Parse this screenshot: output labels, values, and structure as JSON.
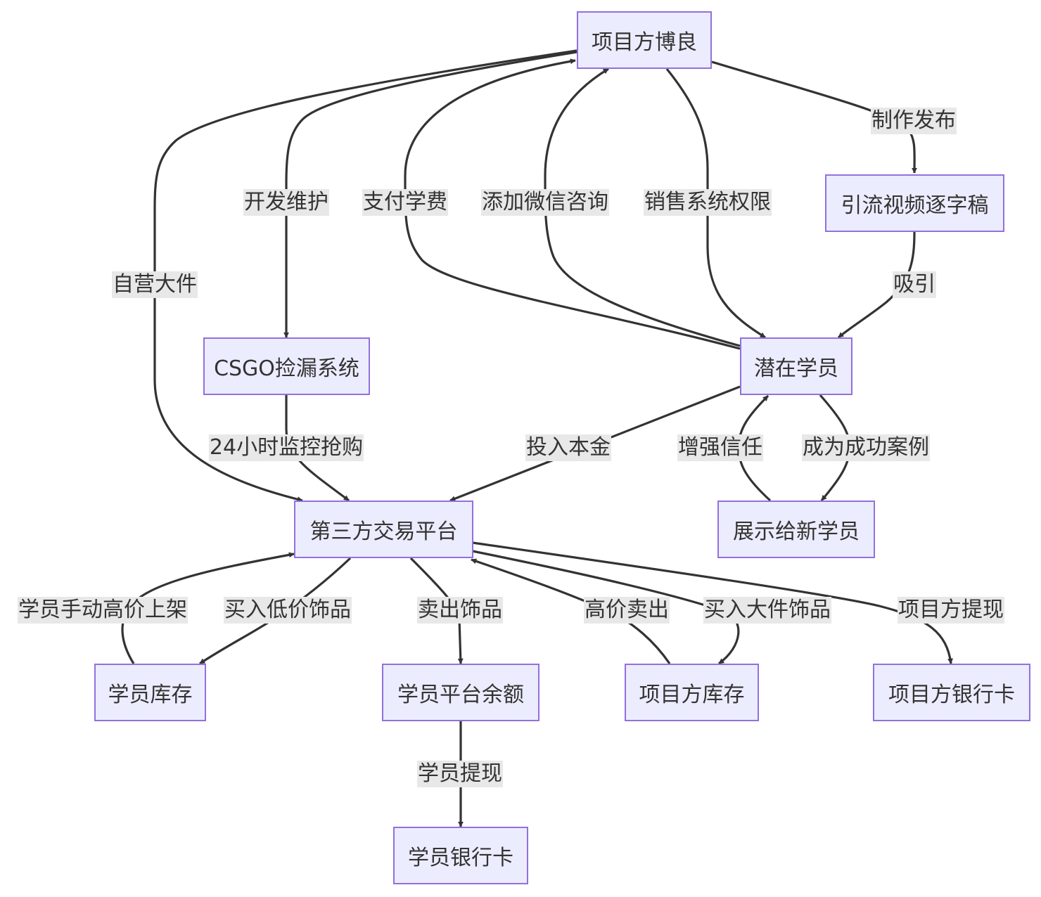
{
  "diagram": {
    "type": "flowchart",
    "nodes": {
      "boliang": "项目方博良",
      "yinliu": "引流视频逐字稿",
      "csgo": "CSGO捡漏系统",
      "qianzai": "潜在学员",
      "platform": "第三方交易平台",
      "zhanshi": "展示给新学员",
      "stu_stock": "学员库存",
      "stu_balance": "学员平台余额",
      "proj_stock": "项目方库存",
      "proj_card": "项目方银行卡",
      "stu_card": "学员银行卡"
    },
    "edge_labels": {
      "zhizuo": "制作发布",
      "xiyin": "吸引",
      "kaifa": "开发维护",
      "zhifu": "支付学费",
      "tianjia": "添加微信咨询",
      "xiaoshou": "销售系统权限",
      "ziying": "自营大件",
      "jiankong": "24小时监控抢购",
      "touru": "投入本金",
      "zengqiang": "增强信任",
      "chengwei": "成为成功案例",
      "shangjia": "学员手动高价上架",
      "mairu_di": "买入低价饰品",
      "maichu": "卖出饰品",
      "gaojia": "高价卖出",
      "mairu_da": "买入大件饰品",
      "tixian_proj": "项目方提现",
      "tixian_stu": "学员提现"
    },
    "edges": [
      {
        "from": "boliang",
        "to": "yinliu",
        "label": "zhizuo"
      },
      {
        "from": "yinliu",
        "to": "qianzai",
        "label": "xiyin"
      },
      {
        "from": "boliang",
        "to": "csgo",
        "label": "kaifa"
      },
      {
        "from": "qianzai",
        "to": "boliang",
        "label": "zhifu"
      },
      {
        "from": "qianzai",
        "to": "boliang",
        "label": "tianjia"
      },
      {
        "from": "boliang",
        "to": "qianzai",
        "label": "xiaoshou"
      },
      {
        "from": "boliang",
        "to": "platform",
        "label": "ziying"
      },
      {
        "from": "csgo",
        "to": "platform",
        "label": "jiankong"
      },
      {
        "from": "qianzai",
        "to": "platform",
        "label": "touru"
      },
      {
        "from": "zhanshi",
        "to": "qianzai",
        "label": "zengqiang"
      },
      {
        "from": "qianzai",
        "to": "zhanshi",
        "label": "chengwei"
      },
      {
        "from": "stu_stock",
        "to": "platform",
        "label": "shangjia"
      },
      {
        "from": "platform",
        "to": "stu_stock",
        "label": "mairu_di"
      },
      {
        "from": "platform",
        "to": "stu_balance",
        "label": "maichu"
      },
      {
        "from": "proj_stock",
        "to": "platform",
        "label": "gaojia"
      },
      {
        "from": "platform",
        "to": "proj_stock",
        "label": "mairu_da"
      },
      {
        "from": "platform",
        "to": "proj_card",
        "label": "tixian_proj"
      },
      {
        "from": "stu_balance",
        "to": "stu_card",
        "label": "tixian_stu"
      }
    ]
  },
  "colors": {
    "node_fill": "#ECECFF",
    "node_border": "#9370DB",
    "edge": "#333333",
    "label_bg": "#E8E8E8",
    "text": "#333333"
  }
}
